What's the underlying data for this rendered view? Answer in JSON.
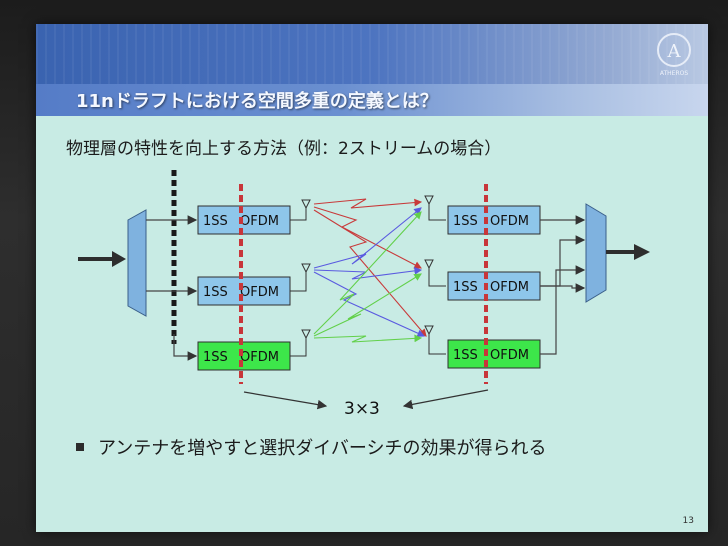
{
  "slide": {
    "title": "11nドラフトにおける空間多重の定義とは？",
    "subtitle": "物理層の特性を向上する方法（例：2ストリームの場合）",
    "bullet": "アンテナを増やすと選択ダイバーシチの効果が得られる",
    "page_number": "13",
    "logo_text": "ATHEROS"
  },
  "diagram": {
    "tx_chains": [
      {
        "label_a": "1SS",
        "label_b": "OFDM",
        "color": "#8ec6ea"
      },
      {
        "label_a": "1SS",
        "label_b": "OFDM",
        "color": "#8ec6ea"
      },
      {
        "label_a": "1SS",
        "label_b": "OFDM",
        "color": "#3de64a"
      }
    ],
    "rx_chains": [
      {
        "label_a": "1SS",
        "label_b": "OFDM",
        "color": "#8ec6ea"
      },
      {
        "label_a": "1SS",
        "label_b": "OFDM",
        "color": "#8ec6ea"
      },
      {
        "label_a": "1SS",
        "label_b": "OFDM",
        "color": "#3de64a"
      }
    ],
    "mimo_label": "3×3",
    "path_colors": [
      "#c83a3a",
      "#5a5ae0",
      "#62d04a"
    ]
  }
}
